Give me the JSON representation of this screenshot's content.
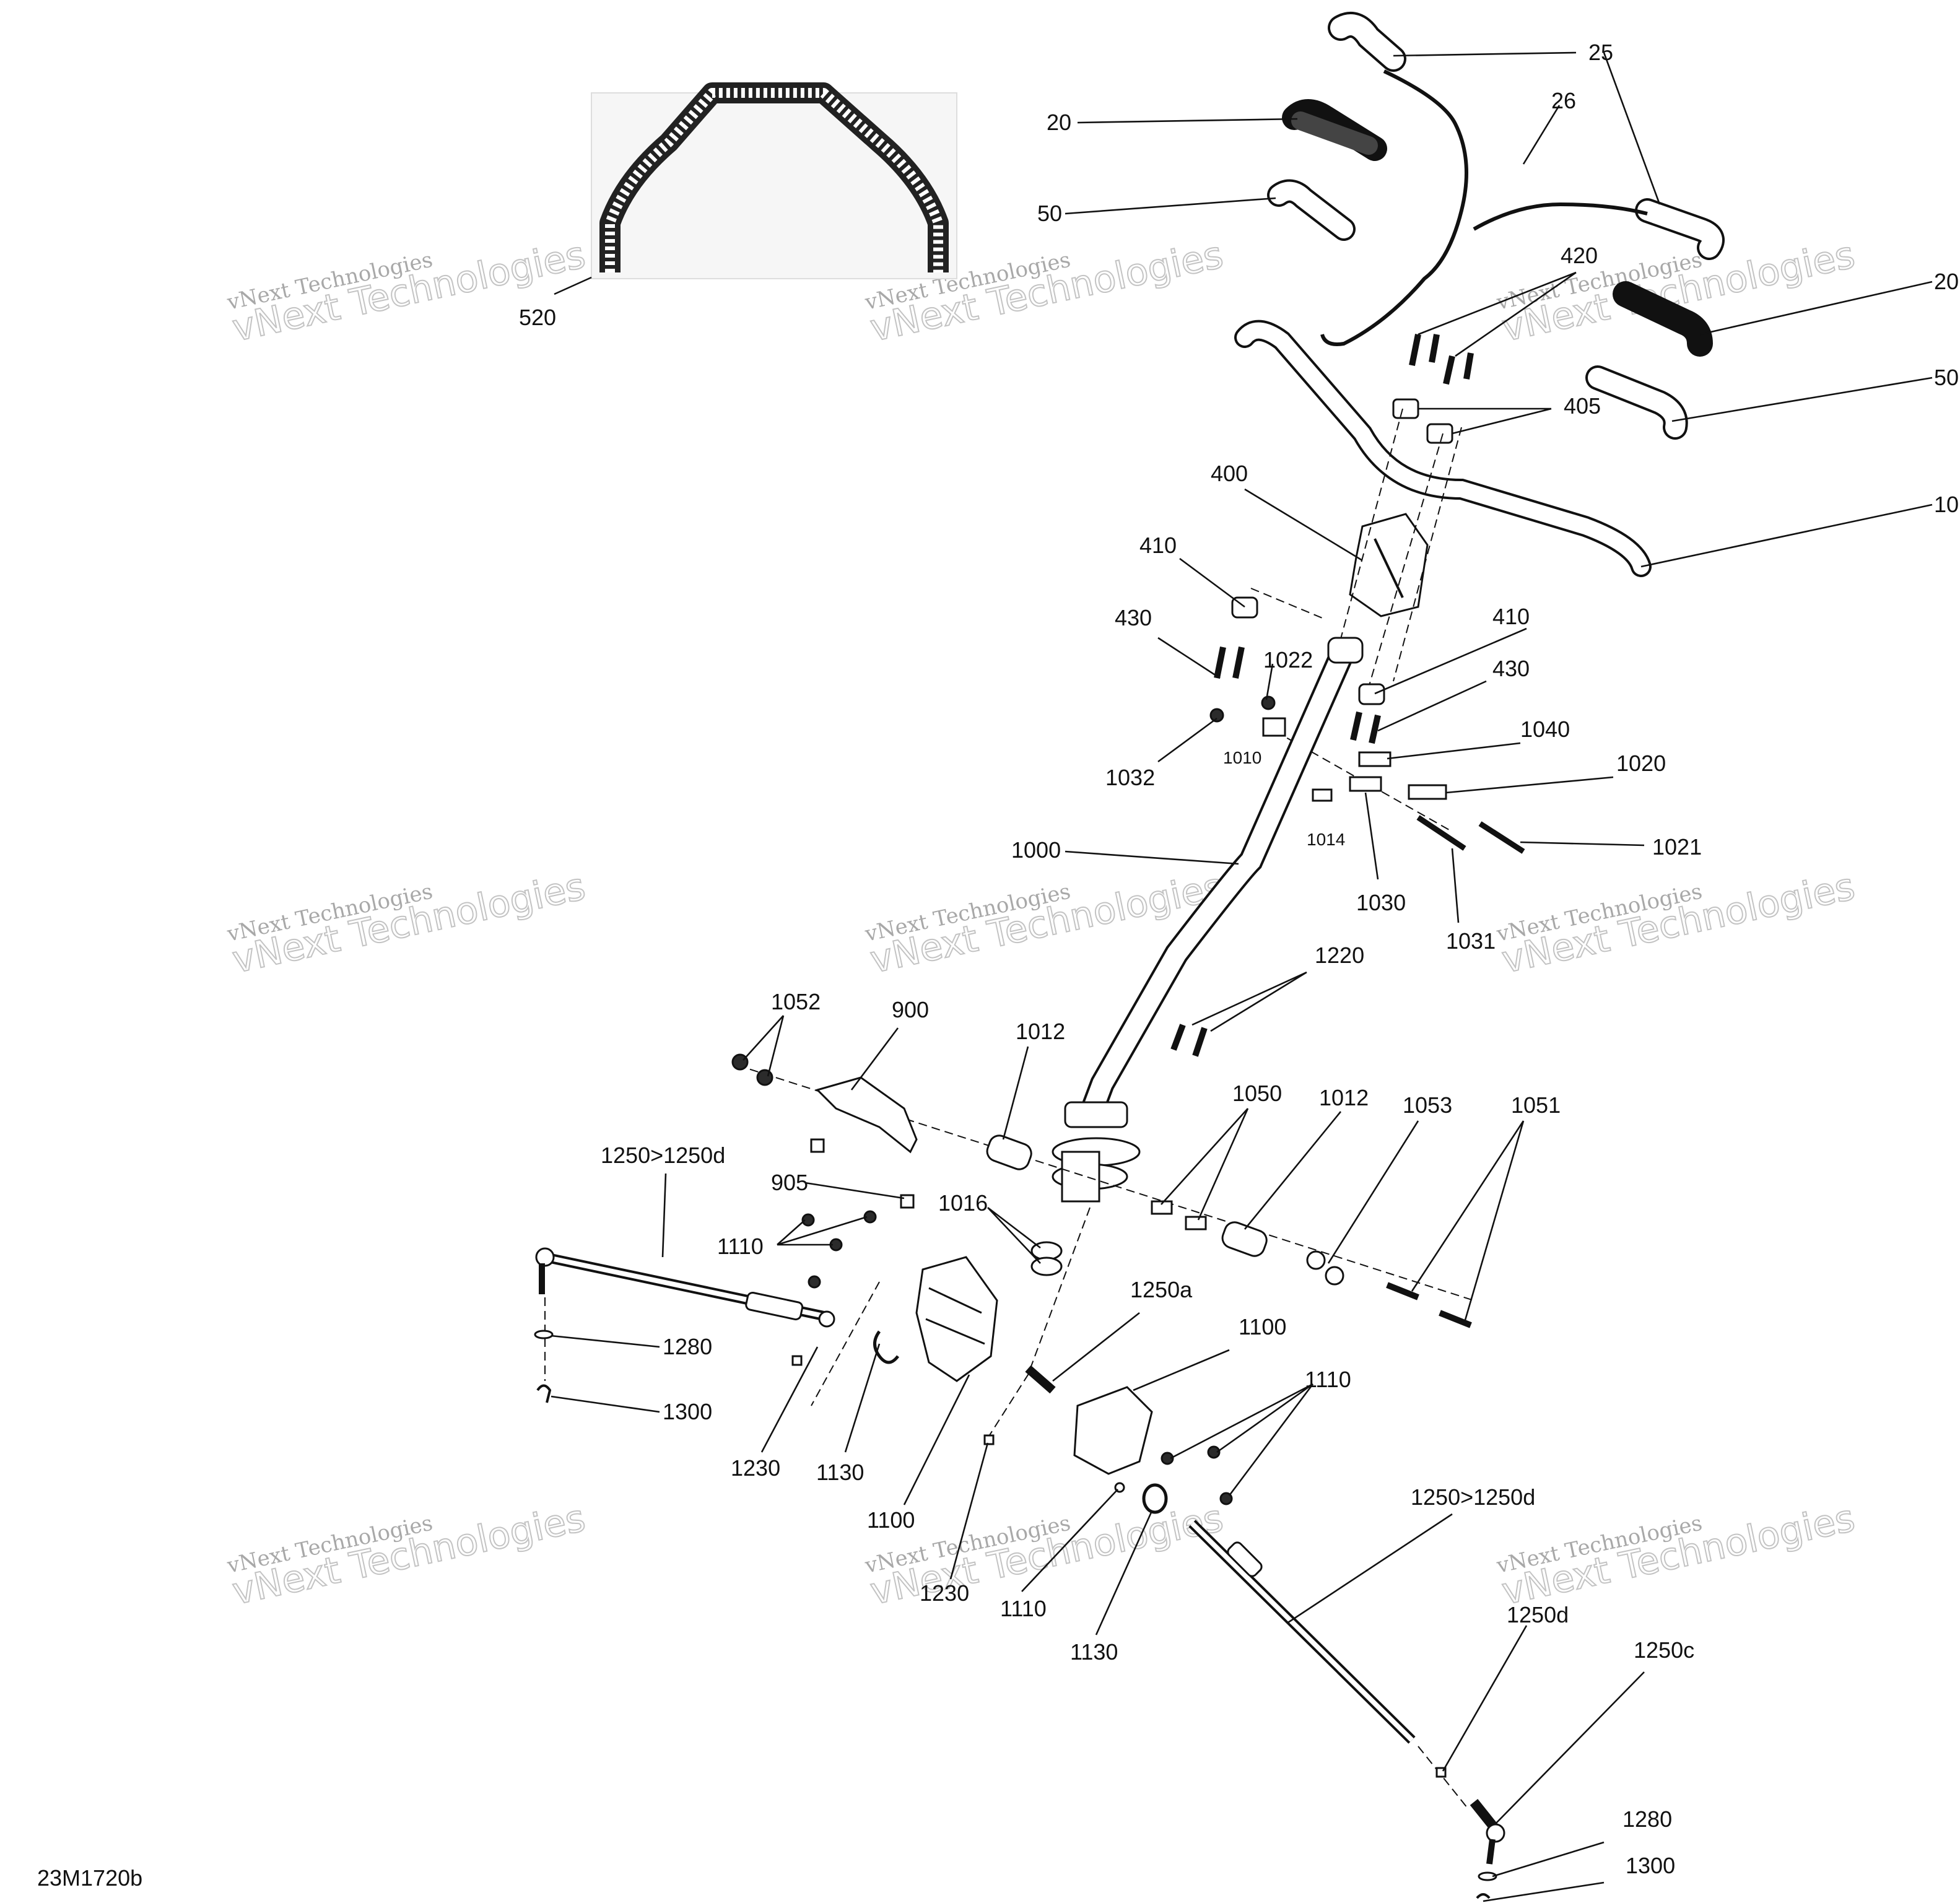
{
  "diagram_code": "23M1720b",
  "watermark": {
    "line1": "vNext Technologies",
    "line2": "vNext Technologies"
  },
  "labels": [
    "25",
    "20",
    "26",
    "50",
    "520",
    "420",
    "20",
    "50",
    "405",
    "400",
    "10",
    "410",
    "430",
    "1022",
    "410",
    "430",
    "1032",
    "1010",
    "1040",
    "1020",
    "1014",
    "1021",
    "1000",
    "1030",
    "1031",
    "1220",
    "1052",
    "900",
    "1012",
    "1050",
    "1012",
    "1053",
    "1051",
    "1250>1250d",
    "905",
    "1016",
    "1110",
    "1250a",
    "1100",
    "1280",
    "1300",
    "1110",
    "1230",
    "1130",
    "1100",
    "1230",
    "1110",
    "1130",
    "1250>1250d",
    "1250d",
    "1250c",
    "1280",
    "1300"
  ]
}
